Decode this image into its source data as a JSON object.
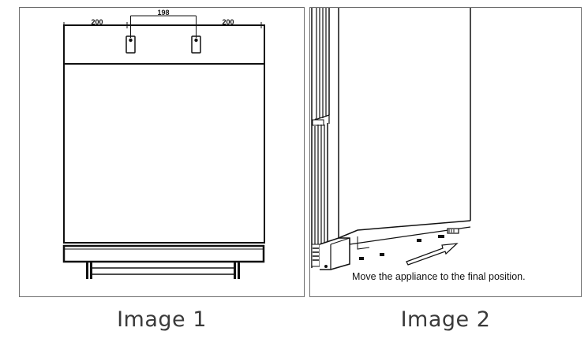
{
  "captions": {
    "image1": "Image 1",
    "image2": "Image 2"
  },
  "diagram1": {
    "dim_left": "200",
    "dim_middle": "198",
    "dim_right": "200"
  },
  "diagram2": {
    "instruction": "Move the appliance to the final position."
  },
  "icons": {
    "arrow": "arrow-up-right-icon"
  }
}
